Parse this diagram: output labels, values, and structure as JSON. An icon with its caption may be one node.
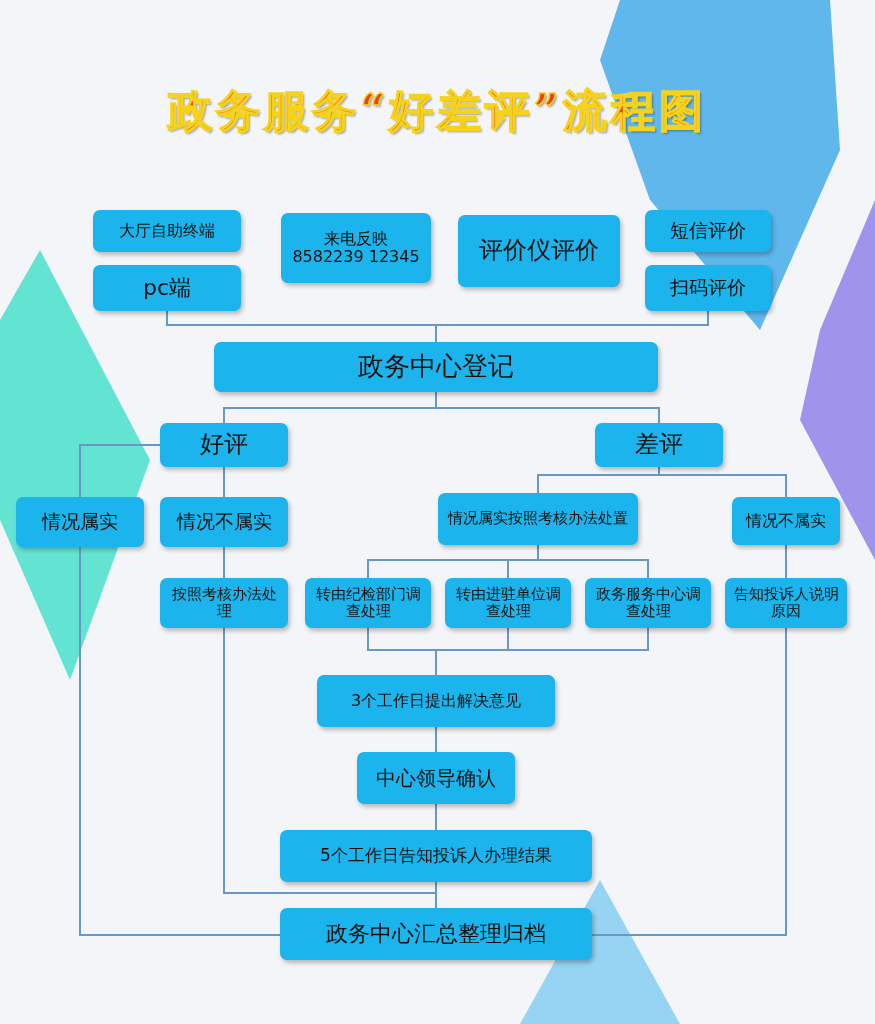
{
  "diagram": {
    "title": "政务服务“好差评”流程图",
    "nodes": [
      {
        "text": [
          "大厅自助终端"
        ]
      },
      {
        "text": [
          "pc端"
        ]
      },
      {
        "text": [
          "来电反映 8582239 12345"
        ]
      },
      {
        "text": [
          "评价仪评价"
        ]
      },
      {
        "text": [
          "短信评价"
        ]
      },
      {
        "text": [
          "扫码评价"
        ]
      },
      {
        "text": [
          "政务中心登记"
        ]
      },
      {
        "text": [
          "好评"
        ]
      },
      {
        "text": [
          "差评"
        ]
      },
      {
        "text": [
          "情况属实"
        ]
      },
      {
        "text": [
          "情况不属实"
        ]
      },
      {
        "text": [
          "情况属实按照考核办法处置"
        ]
      },
      {
        "text": [
          "情况不属实"
        ]
      },
      {
        "text": [
          "按照考核办法处理"
        ]
      },
      {
        "text": [
          "转由纪检部门调查处理"
        ]
      },
      {
        "text": [
          "转由进驻单位调查处理"
        ]
      },
      {
        "text": [
          "政务服务中心调查处理"
        ]
      },
      {
        "text": [
          "告知投诉人说明原因"
        ]
      },
      {
        "text": [
          "3个工作日提出解决意见"
        ]
      },
      {
        "text": [
          "中心领导确认"
        ]
      },
      {
        "text": [
          "5个工作日告知投诉人办理结果"
        ]
      },
      {
        "text": [
          "政务中心汇总整理归档"
        ]
      }
    ],
    "edges": [
      {
        "from": 1,
        "to": 6,
        "arrow": "none"
      },
      {
        "from": 5,
        "to": 6,
        "arrow": "none"
      },
      {
        "from": 6,
        "to": 7,
        "arrow": "none"
      },
      {
        "from": 6,
        "to": 8,
        "arrow": "none"
      },
      {
        "from": 7,
        "to": 9,
        "arrow": "none"
      },
      {
        "from": 7,
        "to": 10,
        "arrow": "none"
      },
      {
        "from": 8,
        "to": 11,
        "arrow": "none"
      },
      {
        "from": 8,
        "to": 12,
        "arrow": "none"
      },
      {
        "from": 10,
        "to": 13,
        "arrow": "none"
      },
      {
        "from": 11,
        "to": 14,
        "arrow": "none"
      },
      {
        "from": 11,
        "to": 15,
        "arrow": "none"
      },
      {
        "from": 11,
        "to": 16,
        "arrow": "none"
      },
      {
        "from": 12,
        "to": 17,
        "arrow": "none"
      },
      {
        "from": 14,
        "to": 18,
        "arrow": "none"
      },
      {
        "from": 15,
        "to": 18,
        "arrow": "none"
      },
      {
        "from": 16,
        "to": 18,
        "arrow": "none"
      },
      {
        "from": 18,
        "to": 19,
        "arrow": "none"
      },
      {
        "from": 19,
        "to": 20,
        "arrow": "none"
      },
      {
        "from": 20,
        "to": 21,
        "arrow": "none"
      },
      {
        "from": 13,
        "to": 21,
        "arrow": "none"
      },
      {
        "from": 9,
        "to": 21,
        "arrow": "none"
      },
      {
        "from": 17,
        "to": 21,
        "arrow": "none"
      }
    ]
  }
}
